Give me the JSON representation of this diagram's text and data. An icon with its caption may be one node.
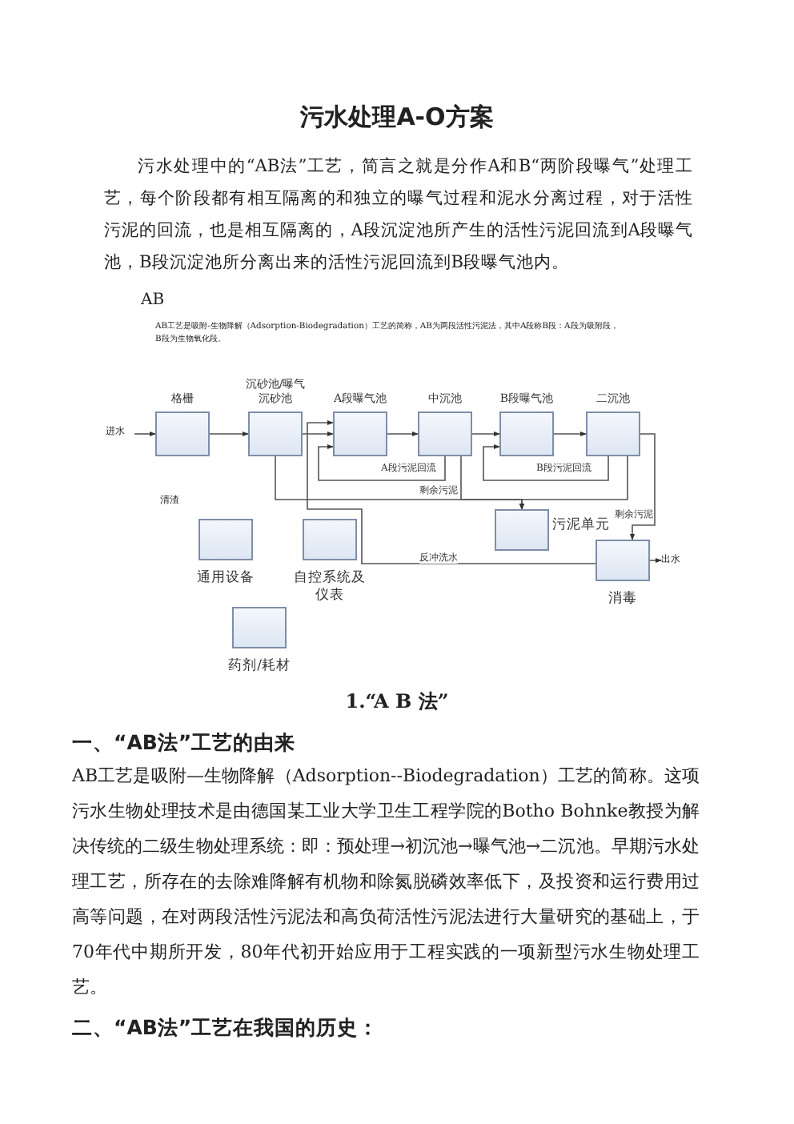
{
  "diagram": {
    "title": "污水处理A-O方案",
    "nodes": [
      {
        "text": [
          "进水"
        ]
      },
      {
        "text": [
          "格栅"
        ]
      },
      {
        "text": [
          "沉砂池/曝气沉砂池"
        ]
      },
      {
        "text": [
          "A段曝气池"
        ]
      },
      {
        "text": [
          "中沉池"
        ]
      },
      {
        "text": [
          "B段曝气池"
        ]
      },
      {
        "text": [
          "二沉池"
        ]
      },
      {
        "text": [
          "污泥单元"
        ]
      },
      {
        "text": [
          "通用设备"
        ]
      },
      {
        "text": [
          "自控系统及仪表"
        ]
      },
      {
        "text": [
          "消毒"
        ]
      },
      {
        "text": [
          "出水"
        ]
      },
      {
        "text": [
          "药剂/耗材"
        ]
      }
    ],
    "edges": [
      {
        "from": 0,
        "to": 1,
        "arrow": "to"
      },
      {
        "from": 1,
        "to": 2,
        "arrow": "to"
      },
      {
        "from": 2,
        "to": 3,
        "arrow": "to"
      },
      {
        "from": 3,
        "to": 4,
        "arrow": "to"
      },
      {
        "from": 4,
        "to": 5,
        "arrow": "to"
      },
      {
        "from": 5,
        "to": 6,
        "arrow": "to"
      },
      {
        "from": 4,
        "to": 3,
        "arrow": "to",
        "label": "A段污泥回流"
      },
      {
        "from": 6,
        "to": 5,
        "arrow": "to",
        "label": "B段污泥回流"
      },
      {
        "from": 2,
        "to": 7,
        "arrow": "to"
      },
      {
        "from": 4,
        "to": 7,
        "arrow": "to",
        "label": "剩余污泥"
      },
      {
        "from": 6,
        "to": 7,
        "arrow": "to"
      },
      {
        "from": 6,
        "to": 10,
        "arrow": "to",
        "label": "剩余污泥"
      },
      {
        "from": 10,
        "to": 3,
        "arrow": "to",
        "label": "反冲洗水"
      },
      {
        "from": 10,
        "to": 11,
        "arrow": "to"
      }
    ],
    "labels": [
      "污水处理中的“AB法”工艺，简言之就是分作A和B“两阶段曝气”处理工艺，每个阶段都有相互隔离的和独立的曝气过程和泥水分离过程，对于活性污泥的回流，也是相互隔离的，A段沉淀池所产生的活性污泥回流到A段曝气池，B段沉淀池所分离出来的活性污泥回流到B段曝气池内。",
      "AB",
      "AB工艺是吸附-生物降解（Adsorption-Biodegradation）工艺的简称，AB为两段活性污泥法，其中A段称B段：A段为吸附段，B段为生物氧化段。",
      "清渣",
      "1.“A B 法”",
      "一、“AB法”工艺的由来",
      "AB工艺是吸附—生物降解（Adsorption--Biodegradation）工艺的简称。这项污水生物处理技术是由德国某工业大学卫生工程学院的Botho Bohnke教授为解决传统的二级生物处理系统：即：预处理→初沉池→曝气池→二沉池。早期污水处理工艺，所存在的去除难降解有机物和除氮脱磷效率低下，及投资和运行费用过高等问题，在对两段活性污泥法和高负荷活性污泥法进行大量研究的基础上，于70年代中期所开发，80年代初开始应用于工程实践的一项新型污水生物处理工艺。",
      "二、“AB法”工艺在我国的历史："
    ]
  }
}
